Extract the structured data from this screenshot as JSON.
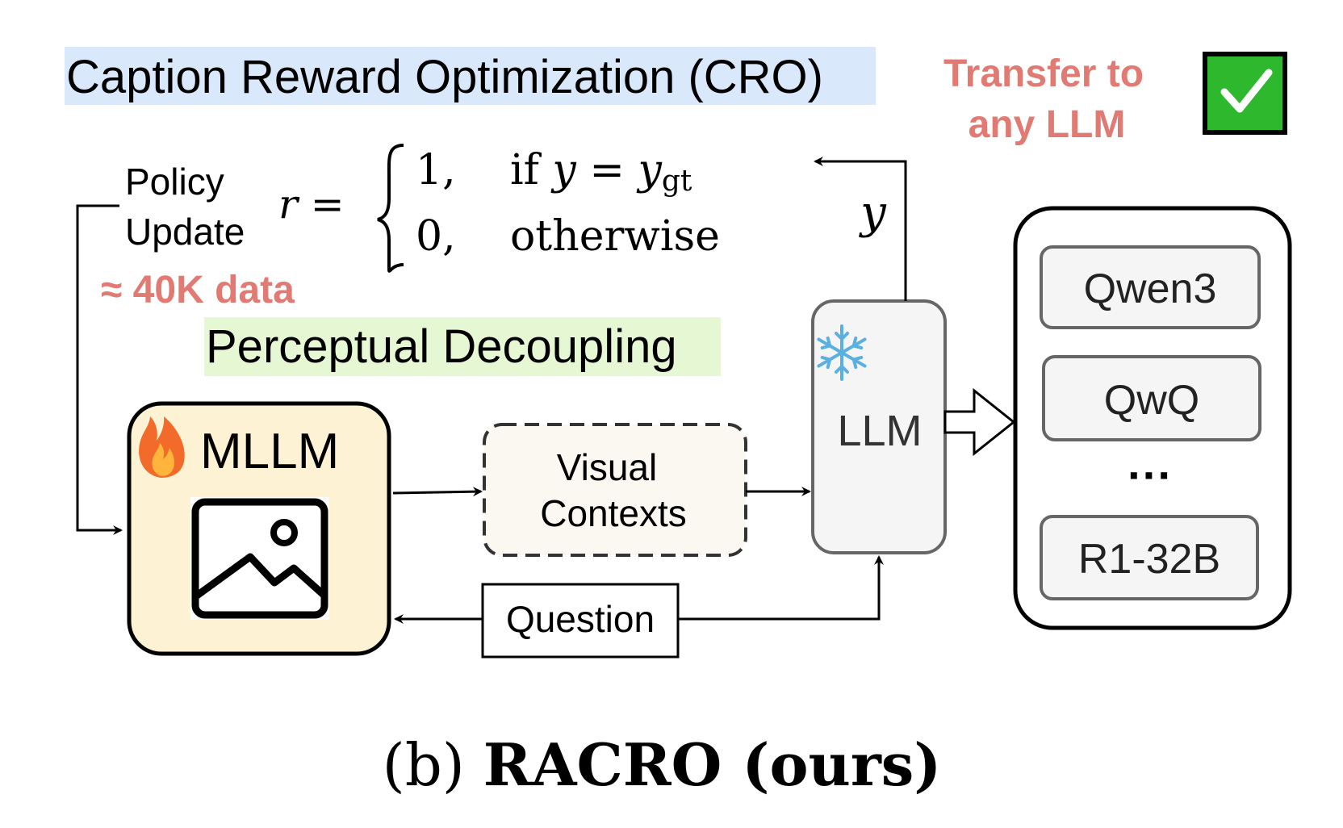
{
  "title": {
    "text": "Caption Reward Optimization (CRO)",
    "highlight_color": "#dae8fc"
  },
  "transfer": {
    "line1": "Transfer to",
    "line2": "any LLM",
    "color": "#e07a72",
    "check_color": "#2eb82e"
  },
  "policy_update": {
    "line1": "Policy",
    "line2": "Update"
  },
  "reward_formula": {
    "lhs": "r =",
    "case1_value": "1,",
    "case1_condition_prefix": "if ",
    "case1_var": "y",
    "case1_equals": " = ",
    "case1_rhs": "y",
    "case1_rhs_sub": "gt",
    "case2_value": "0,",
    "case2_condition": "otherwise"
  },
  "data_size": {
    "text": "≈ 40K data",
    "color": "#e07a72"
  },
  "decoupling": {
    "text": "Perceptual Decoupling",
    "highlight_color": "#e6f7d4"
  },
  "mllm": {
    "label": "MLLM",
    "fill": "#fdf2d3",
    "flame_icon": "flame-icon",
    "image_icon": "image-icon"
  },
  "visual_contexts": {
    "line1": "Visual",
    "line2": "Contexts",
    "fill": "#fbf8f1"
  },
  "question": {
    "label": "Question"
  },
  "llm": {
    "label": "LLM",
    "fill": "#f5f5f5",
    "snowflake_icon": "snowflake-icon",
    "snowflake_color": "#5bb0e0"
  },
  "output_label": "y",
  "llm_options": {
    "items": [
      "Qwen3",
      "QwQ",
      "R1-32B"
    ],
    "ellipsis": "···",
    "item_fill": "#f5f5f5"
  },
  "caption": {
    "prefix": "(b) ",
    "bold": "RACRO (ours)"
  }
}
